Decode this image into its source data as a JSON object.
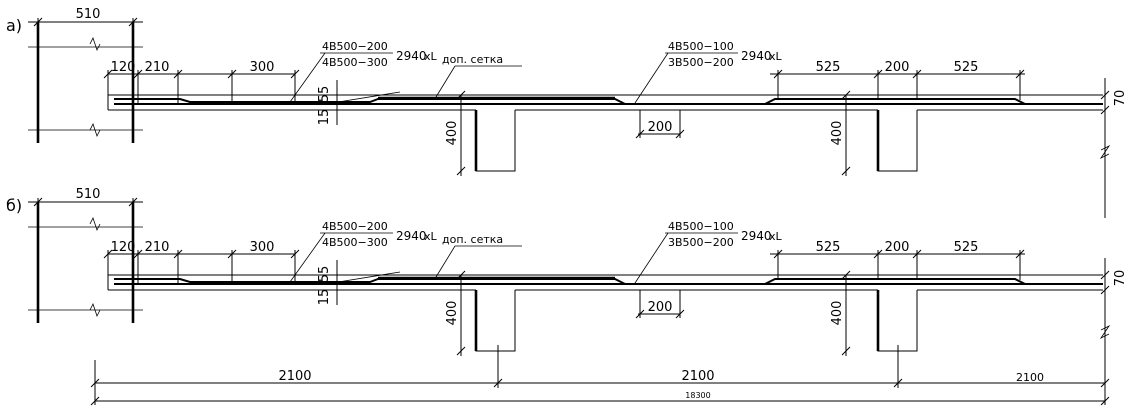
{
  "sections": [
    {
      "label": "а)",
      "top_width": "510",
      "dims_top": [
        "120",
        "210",
        "300",
        "525",
        "200",
        "525"
      ],
      "dims_vertical_left": [
        "55",
        "15"
      ],
      "beam_heights": [
        "400",
        "400"
      ],
      "rib_width": "200",
      "slab_thickness": "70",
      "note_left_top": "4B500−200",
      "note_left_bottom": "4B500−300",
      "note_left_len": "2940",
      "note_left_suffix": "xL",
      "note_extra": "доп. сетка",
      "note_right_top": "4B500−100",
      "note_right_bottom": "3B500−200",
      "note_right_len": "2940",
      "note_right_suffix": "xL"
    },
    {
      "label": "б)",
      "top_width": "510",
      "dims_top": [
        "120",
        "210",
        "300",
        "525",
        "200",
        "525"
      ],
      "dims_vertical_left": [
        "55",
        "15"
      ],
      "beam_heights": [
        "400",
        "400"
      ],
      "rib_width": "200",
      "slab_thickness": "70",
      "note_left_top": "4B500−200",
      "note_left_bottom": "4B500−300",
      "note_left_len": "2940",
      "note_left_suffix": "xL",
      "note_extra": "доп. сетка",
      "note_right_top": "4B500−100",
      "note_right_bottom": "3B500−200",
      "note_right_len": "2940",
      "note_right_suffix": "xL"
    }
  ],
  "bottom_dims": [
    "2100",
    "2100",
    "2100"
  ],
  "overall_dim": "18300"
}
